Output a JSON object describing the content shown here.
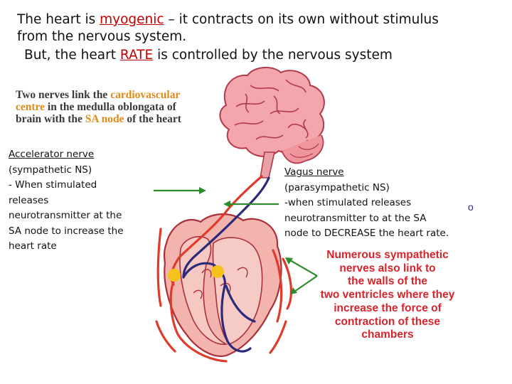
{
  "heading": {
    "line1_pre": "The heart is ",
    "line1_highlight": "myogenic",
    "line1_post": " – it contracts on its own without stimulus",
    "line2": "from the nervous system.",
    "line3_pre": "But, the heart ",
    "line3_highlight": "RATE",
    "line3_post": " is controlled by the nervous system"
  },
  "caption": {
    "line1_pre": "Two nerves link the ",
    "line1_orange": "cardiovascular",
    "line2_orange": "centre",
    "line2_post": " in the medulla oblongata of",
    "line3_pre": "brain with the ",
    "line3_orange": "SA node",
    "line3_post": " of the heart"
  },
  "accelerator": {
    "title": "Accelerator nerve",
    "lines": [
      "(sympathetic NS)",
      "- When stimulated",
      "releases",
      "neurotransmitter at the",
      "SA node to increase the",
      "heart rate"
    ]
  },
  "vagus": {
    "title": "Vagus nerve",
    "lines": [
      "(parasympathetic NS)",
      "-when stimulated releases",
      "neurotransmitter to at the SA",
      "node to DECREASE the heart rate."
    ]
  },
  "sympathetic_note": {
    "lines": [
      "Numerous sympathetic",
      "nerves also link to",
      "the walls of the",
      "two ventricles where they",
      "increase the force of",
      "contraction of these",
      "chambers"
    ]
  },
  "colors": {
    "sympathetic": "#e03a2a",
    "parasympathetic": "#2c2a7a",
    "arrow": "#2e8b2e",
    "highlight_red": "#c00000",
    "caption_orange": "#e08a1a",
    "note_red": "#d8242c",
    "node_yellow": "#f5c21b",
    "brain_pink": "#f0a0a8",
    "heart_pink": "#f2b6b0"
  }
}
